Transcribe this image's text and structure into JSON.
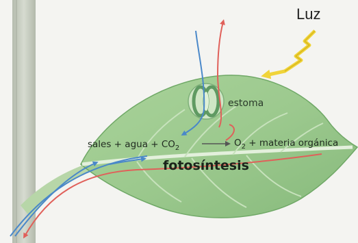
{
  "labels": {
    "light": "Luz",
    "stoma": "estoma",
    "reactants": "sales + agua + CO",
    "reactants_sub": "2",
    "products_o": "O",
    "products_sub": "2",
    "products_rest": " + materia orgánica",
    "process": "fotosíntesis"
  },
  "colors": {
    "background": "#f4f4f1",
    "leaf": "#9cc98e",
    "leaf_dark": "#6fa866",
    "stem": "#c9cfc2",
    "blue_arrow": "#4a88c9",
    "red_arrow": "#e0605a",
    "light_ray": "#f0d43a",
    "stoma": "#5f9a62"
  },
  "icons": {
    "light": "sun-ray-zigzag-arrow",
    "stoma": "stoma-guard-cells"
  }
}
